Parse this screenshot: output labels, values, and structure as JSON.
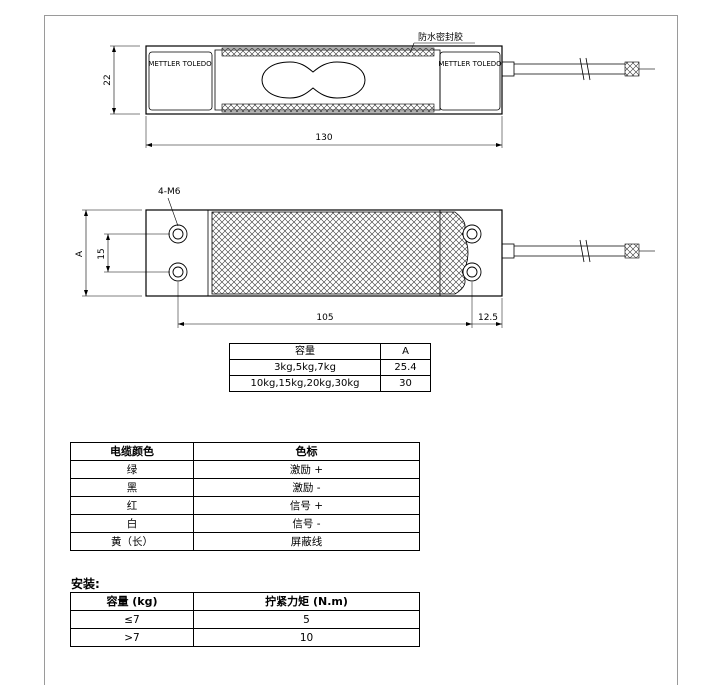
{
  "top_view": {
    "sealant_label": "防水密封胶",
    "brand_left": "METTLER TOLEDO",
    "brand_right": "METTLER TOLEDO",
    "dim_height": "22",
    "dim_length": "130"
  },
  "side_view": {
    "hole_label": "4-M6",
    "dim_a": "A",
    "dim_hole_spacing": "15",
    "dim_105": "105",
    "dim_125": "12.5"
  },
  "capacity_table": {
    "headers": [
      "容量",
      "A"
    ],
    "rows": [
      [
        "3kg,5kg,7kg",
        "25.4"
      ],
      [
        "10kg,15kg,20kg,30kg",
        "30"
      ]
    ]
  },
  "cable_table": {
    "headers": [
      "电缆颜色",
      "色标"
    ],
    "rows": [
      [
        "绿",
        "激励 +"
      ],
      [
        "黑",
        "激励 -"
      ],
      [
        "红",
        "信号 +"
      ],
      [
        "白",
        "信号 -"
      ],
      [
        "黄（长）",
        "屏蔽线"
      ]
    ]
  },
  "install": {
    "title": "安装:",
    "headers": [
      "容量 (kg)",
      "拧紧力矩 (N.m)"
    ],
    "rows": [
      [
        "≤7",
        "5"
      ],
      [
        ">7",
        "10"
      ]
    ]
  }
}
